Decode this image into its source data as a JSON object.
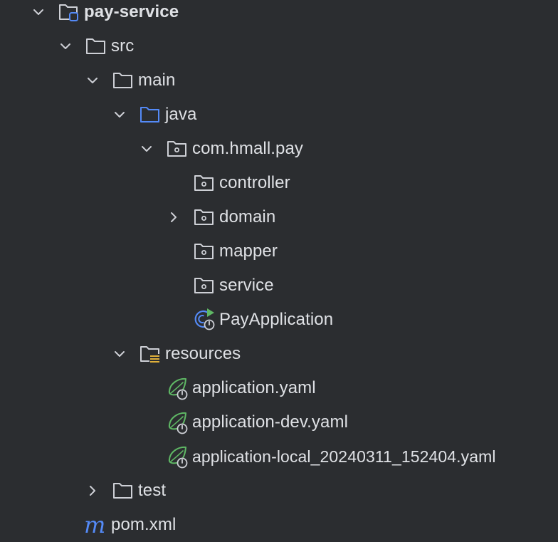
{
  "colors": {
    "background": "#2b2d30",
    "text": "#dfe1e5",
    "chevron": "#ced0d6",
    "folder_outline": "#ced0d6",
    "source_folder": "#548af7",
    "resources_marker": "#e0b03a",
    "spring_green": "#5fb865",
    "maven_blue": "#548af7"
  },
  "tree": {
    "items": [
      {
        "label": "pay-service",
        "icon": "module-folder-icon",
        "state": "expanded"
      },
      {
        "label": "src",
        "icon": "folder-icon",
        "state": "expanded"
      },
      {
        "label": "main",
        "icon": "folder-icon",
        "state": "expanded"
      },
      {
        "label": "java",
        "icon": "source-root-folder-icon",
        "state": "expanded"
      },
      {
        "label": "com.hmall.pay",
        "icon": "package-icon",
        "state": "expanded"
      },
      {
        "label": "controller",
        "icon": "package-icon",
        "state": "leaf"
      },
      {
        "label": "domain",
        "icon": "package-icon",
        "state": "collapsed"
      },
      {
        "label": "mapper",
        "icon": "package-icon",
        "state": "leaf"
      },
      {
        "label": "service",
        "icon": "package-icon",
        "state": "leaf"
      },
      {
        "label": "PayApplication",
        "icon": "spring-boot-class-icon",
        "state": "leaf"
      },
      {
        "label": "resources",
        "icon": "resources-root-folder-icon",
        "state": "expanded"
      },
      {
        "label": "application.yaml",
        "icon": "spring-config-icon",
        "state": "leaf"
      },
      {
        "label": "application-dev.yaml",
        "icon": "spring-config-icon",
        "state": "leaf"
      },
      {
        "label": "application-local_20240311_152404.yaml",
        "icon": "spring-config-icon",
        "state": "leaf"
      },
      {
        "label": "test",
        "icon": "folder-icon",
        "state": "collapsed"
      },
      {
        "label": "pom.xml",
        "icon": "maven-icon",
        "glyph": "m",
        "state": "leaf"
      }
    ]
  }
}
